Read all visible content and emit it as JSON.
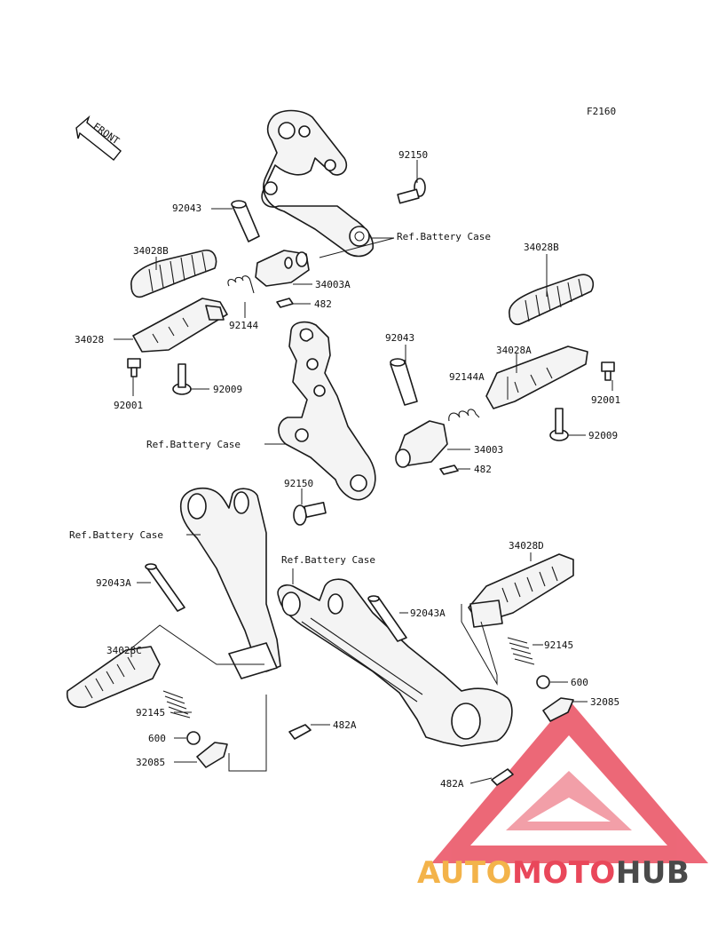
{
  "figure_code": "F2160",
  "direction_label": "FRONT",
  "parts": {
    "p92150_top": "92150",
    "p92043_top": "92043",
    "ref_battery_top": "Ref.Battery Case",
    "p34028B_left": "34028B",
    "p34003A": "34003A",
    "p482_top": "482",
    "p92144": "92144",
    "p34028": "34028",
    "p92001_left": "92001",
    "p92009_left": "92009",
    "p34028B_right": "34028B",
    "p92043_mid": "92043",
    "p34028A": "34028A",
    "p92144A": "92144A",
    "p92001_right": "92001",
    "p92009_right": "92009",
    "ref_battery_mid": "Ref.Battery Case",
    "p34003": "34003",
    "p482_mid": "482",
    "p92150_mid": "92150",
    "ref_battery_low_left": "Ref.Battery Case",
    "ref_battery_low_right": "Ref.Battery Case",
    "p92043A_left": "92043A",
    "p34028C": "34028C",
    "p92145_left": "92145",
    "p600_left": "600",
    "p32085_left": "32085",
    "p482A_left": "482A",
    "p34028D": "34028D",
    "p92043A_right": "92043A",
    "p92145_right": "92145",
    "p600_right": "600",
    "p32085_right": "32085",
    "p482A_right": "482A"
  },
  "watermark": {
    "part1": "AUTO",
    "part2": "MOTO",
    "part3": "HUB",
    "color1": "#f3b34a",
    "color2": "#e9475a",
    "color3": "#4a4a4a"
  }
}
